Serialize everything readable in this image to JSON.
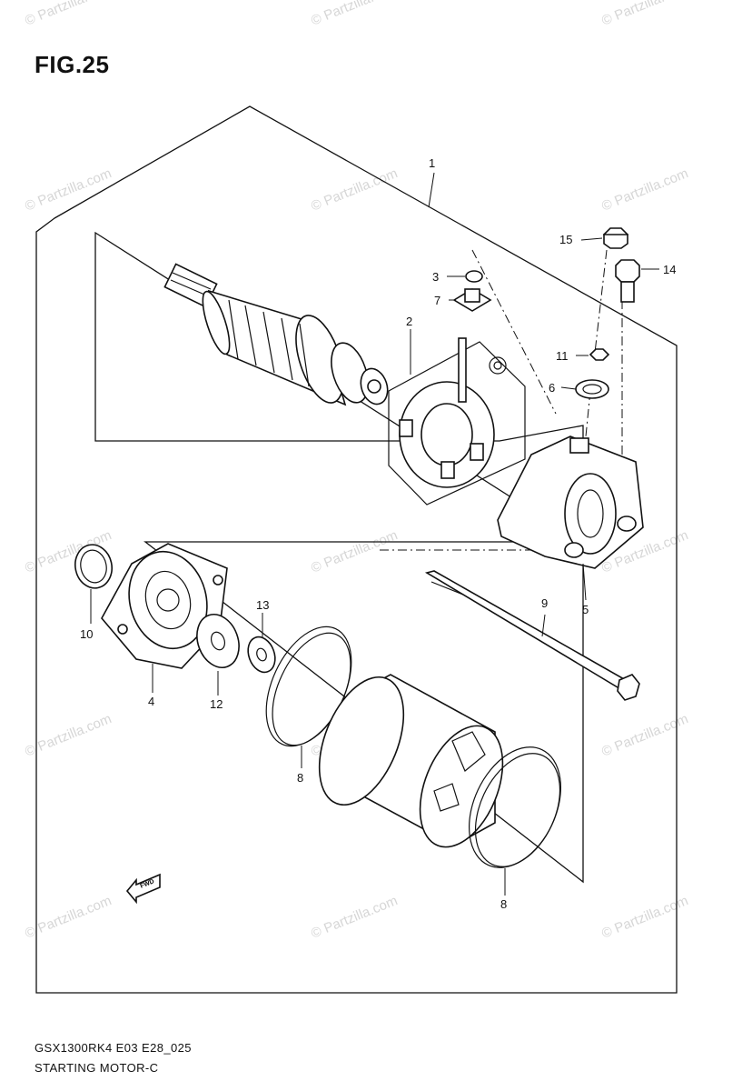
{
  "figure": {
    "title": "FIG.25"
  },
  "watermark": {
    "text": "© Partzilla.com",
    "color": "#d6d6d6"
  },
  "callouts": [
    {
      "id": "1",
      "label": "1"
    },
    {
      "id": "2",
      "label": "2"
    },
    {
      "id": "3",
      "label": "3"
    },
    {
      "id": "4",
      "label": "4"
    },
    {
      "id": "5",
      "label": "5"
    },
    {
      "id": "6",
      "label": "6"
    },
    {
      "id": "7",
      "label": "7"
    },
    {
      "id": "8a",
      "label": "8"
    },
    {
      "id": "8b",
      "label": "8"
    },
    {
      "id": "9",
      "label": "9"
    },
    {
      "id": "10",
      "label": "10"
    },
    {
      "id": "11",
      "label": "11"
    },
    {
      "id": "12",
      "label": "12"
    },
    {
      "id": "13",
      "label": "13"
    },
    {
      "id": "14",
      "label": "14"
    },
    {
      "id": "15",
      "label": "15"
    }
  ],
  "direction_arrow": {
    "label": "FWD"
  },
  "footer": {
    "model_code": "GSX1300RK4 E03 E28_025",
    "section_name": "STARTING MOTOR-C"
  }
}
